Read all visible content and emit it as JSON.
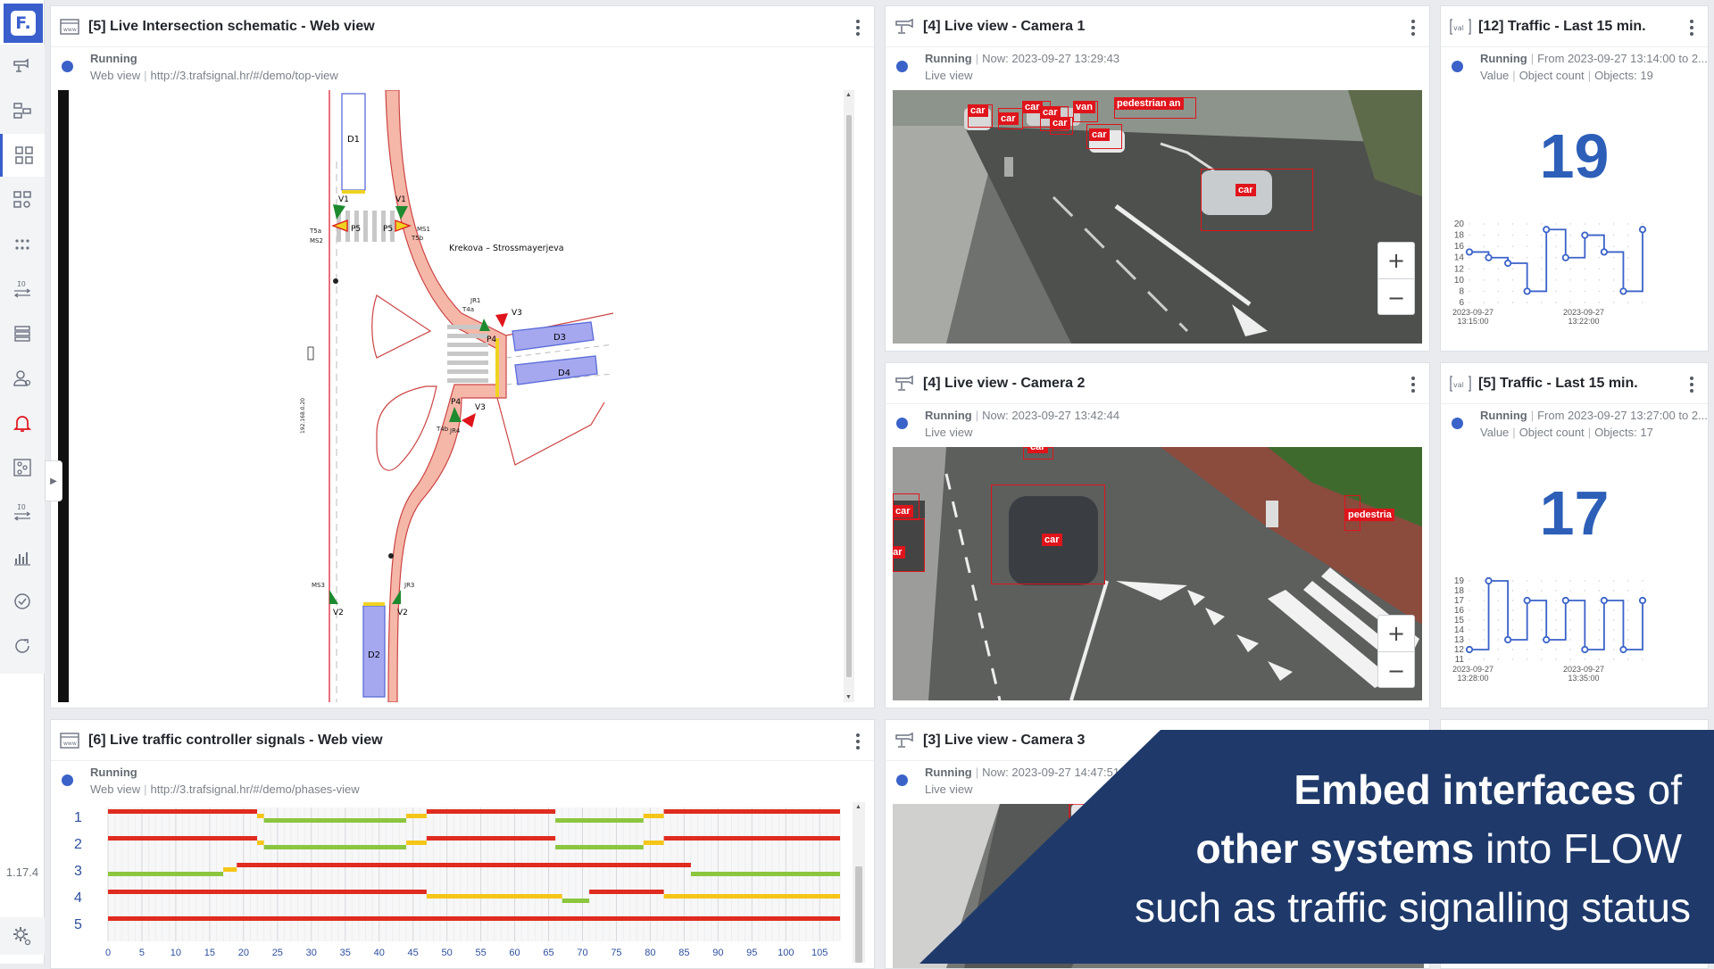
{
  "app": {
    "logo_letter": "F.",
    "version": "1.17.4"
  },
  "sidebar": {
    "icons": [
      "video-device-icon",
      "dashboard-icon",
      "widgets-icon",
      "device-config-icon",
      "grid-dots-icon",
      "io-arrows-icon",
      "list-icon",
      "users-icon",
      "bell-icon",
      "sliders-icon",
      "io-arrows-2-icon",
      "bar-chart-icon",
      "gauge-icon",
      "refresh-icon"
    ],
    "settings_icon": "gear-icon",
    "alert_color": "#e0141b"
  },
  "widgets": {
    "intersection": {
      "title": "[5] Live Intersection schematic - Web view",
      "status": "Running",
      "type_label": "Web view",
      "url": "http://3.trafsignal.hr/#/demo/top-view",
      "schematic": {
        "street_name": "Krekova – Strossmayerjeva",
        "detectors": [
          "D1",
          "D2",
          "D3",
          "D4"
        ],
        "signal_labels": [
          "V1",
          "V1",
          "P5",
          "P5",
          "V3",
          "P4",
          "P4",
          "V3",
          "V2",
          "V2"
        ],
        "sensor_labels": [
          "T5a",
          "MS2",
          "MS1",
          "T5b",
          "JR1",
          "T4a",
          "T4b",
          "JR4",
          "MS3",
          "JR3"
        ],
        "ip_label": "192.168.0.20"
      }
    },
    "camera1": {
      "title": "[4] Live view - Camera 1",
      "status": "Running",
      "timestamp": "Now: 2023-09-27 13:29:43",
      "type_label": "Live view",
      "detections": [
        "car",
        "car",
        "car",
        "car",
        "van",
        "car",
        "pedestrian an",
        "car",
        "car"
      ]
    },
    "traffic12": {
      "title": "[12] Traffic - Last 15 min.",
      "status": "Running",
      "range": "From 2023-09-27 13:14:00 to 2...",
      "value_label": "Value",
      "object_label": "Object count",
      "objects": "Objects: 19",
      "value": "19",
      "chart": {
        "yticks": [
          "20",
          "18",
          "16",
          "14",
          "12",
          "10",
          "8",
          "6"
        ],
        "xticks": [
          [
            "2023-09-27",
            "13:15:00"
          ],
          [
            "2023-09-27",
            "13:22:00"
          ]
        ]
      }
    },
    "camera2": {
      "title": "[4] Live view - Camera 2",
      "status": "Running",
      "timestamp": "Now: 2023-09-27 13:42:44",
      "type_label": "Live view",
      "detections": [
        "car",
        "car",
        "car",
        "pedestria",
        "car"
      ]
    },
    "traffic5": {
      "title": "[5] Traffic - Last 15 min.",
      "status": "Running",
      "range": "From 2023-09-27 13:27:00 to 2...",
      "value_label": "Value",
      "object_label": "Object count",
      "objects": "Objects: 17",
      "value": "17",
      "chart": {
        "yticks": [
          "19",
          "18",
          "17",
          "16",
          "15",
          "14",
          "13",
          "12",
          "11"
        ],
        "xticks": [
          [
            "2023-09-27",
            "13:28:00"
          ],
          [
            "2023-09-27",
            "13:35:00"
          ]
        ]
      }
    },
    "signals": {
      "title": "[6] Live traffic controller signals - Web view",
      "status": "Running",
      "type_label": "Web view",
      "url": "http://3.trafsignal.hr/#/demo/phases-view",
      "rows": [
        "1",
        "2",
        "3",
        "4",
        "5"
      ],
      "xticks": [
        "0",
        "5",
        "10",
        "15",
        "20",
        "25",
        "30",
        "35",
        "40",
        "45",
        "50",
        "55",
        "60",
        "65",
        "70",
        "75",
        "80",
        "85",
        "90",
        "95",
        "100",
        "105"
      ]
    },
    "camera3": {
      "title": "[3] Live view - Camera 3",
      "status": "Running",
      "timestamp": "Now: 2023-09-27 14:47:51",
      "type_label": "Live view"
    }
  },
  "overlay": {
    "line1_bold": "Embed interfaces",
    "line1_rest": " of",
    "line2_bold": "other systems",
    "line2_rest": " into FLOW",
    "line3": "such as traffic signalling status",
    "color": "#1f3a6a"
  },
  "chart_data": [
    {
      "type": "line",
      "title": "",
      "ylim": [
        6,
        20
      ],
      "x": [
        0,
        1,
        2,
        3,
        4,
        5,
        6,
        7,
        8,
        9
      ],
      "values": [
        15,
        14,
        13,
        8,
        19,
        14,
        18,
        15,
        8,
        19
      ]
    },
    {
      "type": "line",
      "title": "",
      "ylim": [
        11,
        19
      ],
      "x": [
        0,
        1,
        2,
        3,
        4,
        5,
        6,
        7,
        8,
        9
      ],
      "values": [
        12,
        19,
        13,
        17,
        13,
        17,
        12,
        17,
        12,
        17
      ]
    }
  ],
  "signal_plan": {
    "colors": {
      "red": "#e02b1f",
      "green": "#8cc63f",
      "yellow": "#f5c518"
    },
    "rows": [
      [
        [
          "red",
          0,
          22
        ],
        [
          "yellow",
          22,
          23
        ],
        [
          "green",
          23,
          44
        ],
        [
          "yellow",
          44,
          47
        ],
        [
          "red",
          47,
          66
        ],
        [
          "green",
          66,
          79
        ],
        [
          "yellow",
          79,
          82
        ],
        [
          "red",
          82,
          108
        ]
      ],
      [
        [
          "red",
          0,
          22
        ],
        [
          "yellow",
          22,
          23
        ],
        [
          "green",
          23,
          44
        ],
        [
          "yellow",
          44,
          47
        ],
        [
          "red",
          47,
          66
        ],
        [
          "green",
          66,
          79
        ],
        [
          "yellow",
          79,
          82
        ],
        [
          "red",
          82,
          108
        ]
      ],
      [
        [
          "green",
          0,
          17
        ],
        [
          "yellow",
          17,
          19
        ],
        [
          "red",
          19,
          86
        ],
        [
          "green",
          86,
          108
        ]
      ],
      [
        [
          "red",
          0,
          47
        ],
        [
          "yellow",
          47,
          67
        ],
        [
          "green",
          67,
          71
        ],
        [
          "red",
          71,
          82
        ],
        [
          "yellow",
          82,
          108
        ]
      ],
      [
        [
          "red",
          0,
          108
        ]
      ]
    ]
  }
}
